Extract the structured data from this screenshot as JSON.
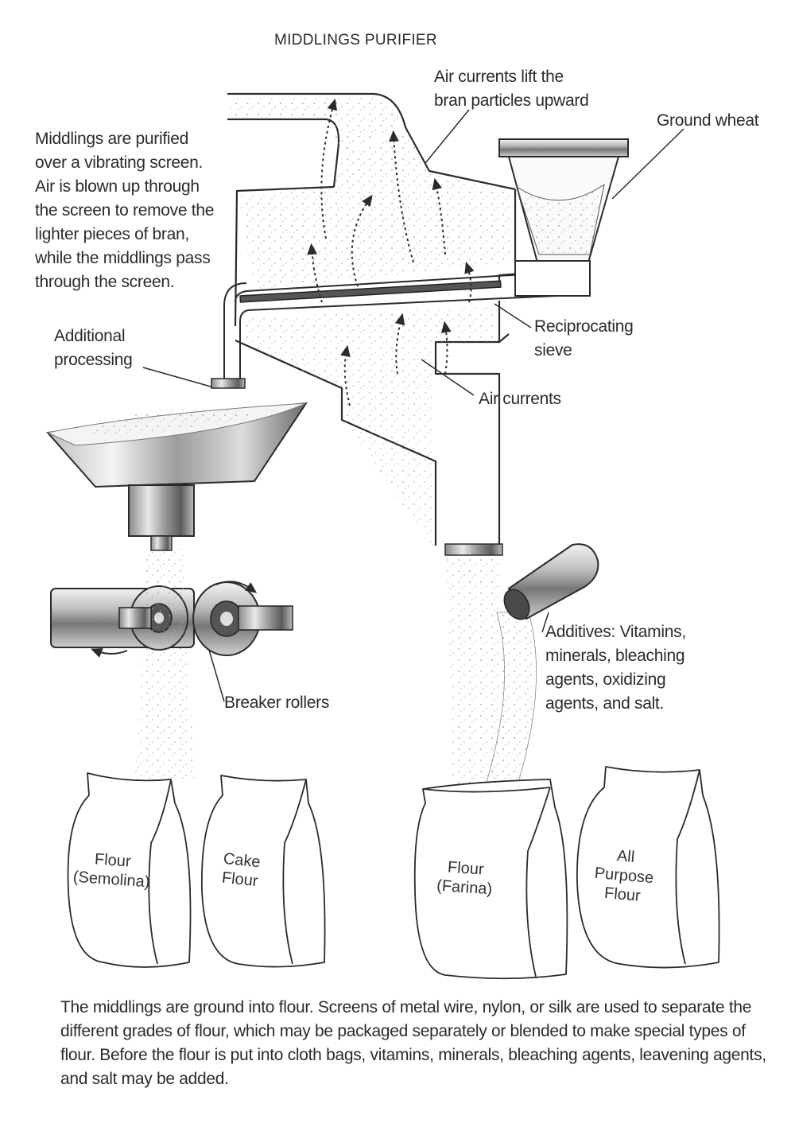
{
  "title": "MIDDLINGS PURIFIER",
  "labels": {
    "air_lift": "Air currents lift the\nbran particles upward",
    "ground_wheat": "Ground wheat",
    "middlings": "Middlings are purified\nover a vibrating screen.\nAir is blown up through\nthe screen to remove the\nlighter pieces of bran,\nwhile the middlings pass\nthrough the screen.",
    "additional": "Additional\nprocessing",
    "reciprocating": "Reciprocating\nsieve",
    "air_currents": "Air currents",
    "additives": "Additives: Vitamins,\nminerals, bleaching\nagents, oxidizing\nagents, and salt.",
    "breaker": "Breaker rollers"
  },
  "bags": {
    "semolina": "Flour\n(Semolina)",
    "cake": "Cake\nFlour",
    "farina": "Flour\n(Farina)",
    "allpurpose": "All\nPurpose\nFlour"
  },
  "caption": "The middlings are ground into flour. Screens of metal wire, nylon, or silk are used to separate the different grades of flour, which may be packaged separately or blended to make special types of flour. Before the flour is put into cloth bags, vitamins, minerals, bleaching agents, leavening agents, and salt may be added.",
  "colors": {
    "ink": "#2b2b2b",
    "metal_dark": "#6e6e6e",
    "metal_light": "#d9d9d9"
  }
}
